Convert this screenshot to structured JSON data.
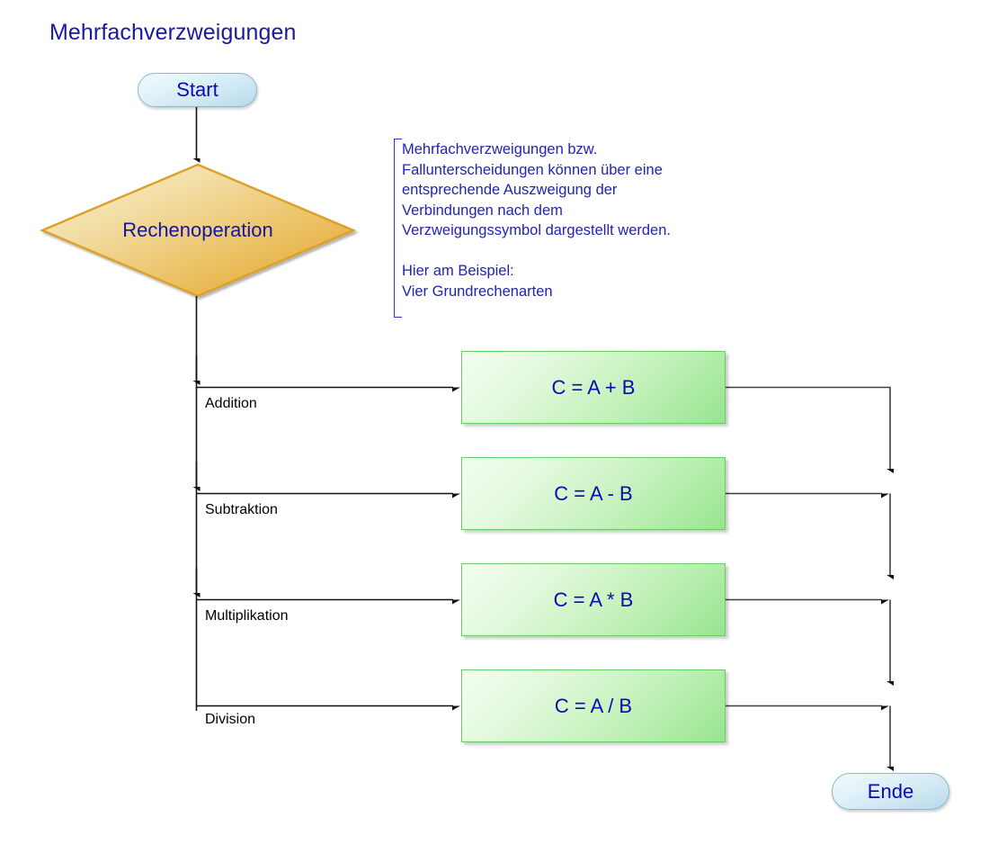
{
  "diagram": {
    "title": "Mehrfachverzweigungen",
    "title_color": "#1a1a9e",
    "background": "#ffffff"
  },
  "nodes": {
    "start": {
      "label": "Start",
      "shape": "terminator"
    },
    "decision": {
      "label": "Rechenoperation",
      "shape": "diamond"
    },
    "end": {
      "label": "Ende",
      "shape": "terminator"
    }
  },
  "annotation": {
    "text": "Mehrfachverzweigungen bzw.\nFallunterscheidungen können über eine\nentsprechende Auszweigung der\nVerbindungen nach dem\nVerzweigungssymbol dargestellt werden.\n\nHier am Beispiel:\nVier Grundrechenarten",
    "color": "#2323b4"
  },
  "branches": [
    {
      "label": "Addition",
      "process": "C = A + B"
    },
    {
      "label": "Subtraktion",
      "process": "C = A - B"
    },
    {
      "label": "Multiplikation",
      "process": "C = A * B"
    },
    {
      "label": "Division",
      "process": "C = A / B"
    }
  ],
  "colors": {
    "process_fill_light": "#f3fdf0",
    "process_fill_dark": "#97e58e",
    "process_border": "#63d160",
    "decision_fill_light": "#f7e9c4",
    "decision_fill_dark": "#e3a93a",
    "decision_border": "#dda026",
    "terminator_fill_light": "#f2fafd",
    "terminator_fill_dark": "#b6d8ea",
    "terminator_border": "#8fb8cc",
    "connector": "#3f3f3f",
    "label_text": "#000000",
    "node_text": "#0b0bb0"
  }
}
